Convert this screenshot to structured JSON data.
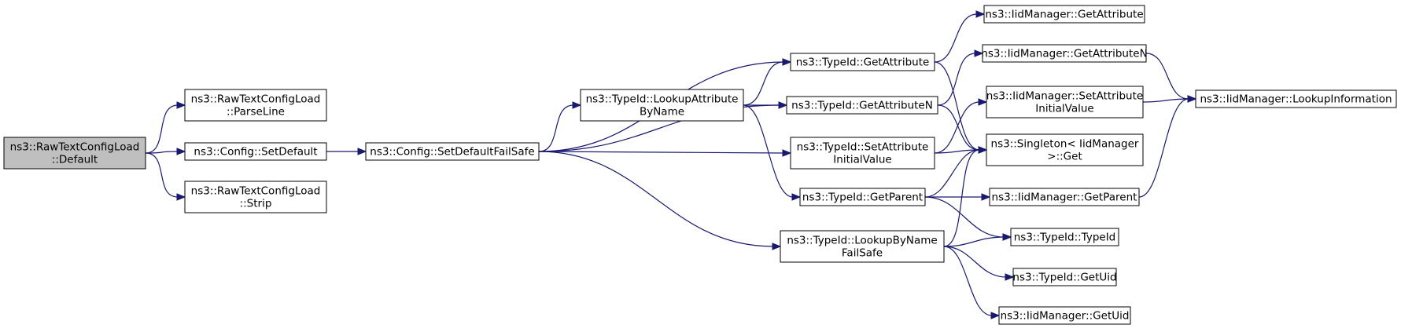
{
  "nodes": [
    {
      "id": "n0",
      "lines": [
        "ns3::RawTextConfigLoad",
        "::Default"
      ],
      "root": true
    },
    {
      "id": "n1",
      "lines": [
        "ns3::RawTextConfigLoad",
        "::ParseLine"
      ]
    },
    {
      "id": "n2",
      "lines": [
        "ns3::Config::SetDefault"
      ]
    },
    {
      "id": "n3",
      "lines": [
        "ns3::RawTextConfigLoad",
        "::Strip"
      ]
    },
    {
      "id": "n4",
      "lines": [
        "ns3::Config::SetDefaultFailSafe"
      ]
    },
    {
      "id": "n5",
      "lines": [
        "ns3::TypeId::GetAttribute"
      ]
    },
    {
      "id": "n6",
      "lines": [
        "ns3::TypeId::LookupAttribute",
        "ByName"
      ]
    },
    {
      "id": "n7",
      "lines": [
        "ns3::TypeId::GetAttributeN"
      ]
    },
    {
      "id": "n8",
      "lines": [
        "ns3::TypeId::SetAttribute",
        "InitialValue"
      ]
    },
    {
      "id": "n9",
      "lines": [
        "ns3::TypeId::GetParent"
      ]
    },
    {
      "id": "n10",
      "lines": [
        "ns3::TypeId::LookupByName",
        "FailSafe"
      ]
    },
    {
      "id": "n11",
      "lines": [
        "ns3::IidManager::GetAttribute"
      ]
    },
    {
      "id": "n12",
      "lines": [
        "ns3::IidManager::GetAttributeN"
      ]
    },
    {
      "id": "n13",
      "lines": [
        "ns3::IidManager::SetAttribute",
        "InitialValue"
      ]
    },
    {
      "id": "n14",
      "lines": [
        "ns3::Singleton< IidManager",
        ">::Get"
      ]
    },
    {
      "id": "n15",
      "lines": [
        "ns3::IidManager::GetParent"
      ]
    },
    {
      "id": "n16",
      "lines": [
        "ns3::TypeId::TypeId"
      ]
    },
    {
      "id": "n17",
      "lines": [
        "ns3::TypeId::GetUid"
      ]
    },
    {
      "id": "n18",
      "lines": [
        "ns3::IidManager::GetUid"
      ]
    },
    {
      "id": "n19",
      "lines": [
        "ns3::IidManager::LookupInformation"
      ]
    }
  ],
  "edges": [
    [
      "n0",
      "n1"
    ],
    [
      "n0",
      "n2"
    ],
    [
      "n0",
      "n3"
    ],
    [
      "n2",
      "n4"
    ],
    [
      "n4",
      "n5"
    ],
    [
      "n4",
      "n6"
    ],
    [
      "n4",
      "n7"
    ],
    [
      "n4",
      "n8"
    ],
    [
      "n4",
      "n10"
    ],
    [
      "n6",
      "n5"
    ],
    [
      "n6",
      "n7"
    ],
    [
      "n6",
      "n9"
    ],
    [
      "n5",
      "n11"
    ],
    [
      "n5",
      "n14"
    ],
    [
      "n7",
      "n12"
    ],
    [
      "n7",
      "n14"
    ],
    [
      "n8",
      "n13"
    ],
    [
      "n8",
      "n14"
    ],
    [
      "n9",
      "n14"
    ],
    [
      "n9",
      "n15"
    ],
    [
      "n9",
      "n16"
    ],
    [
      "n10",
      "n14"
    ],
    [
      "n10",
      "n16"
    ],
    [
      "n10",
      "n17"
    ],
    [
      "n10",
      "n18"
    ],
    [
      "n12",
      "n19"
    ],
    [
      "n13",
      "n19"
    ],
    [
      "n15",
      "n19"
    ]
  ]
}
